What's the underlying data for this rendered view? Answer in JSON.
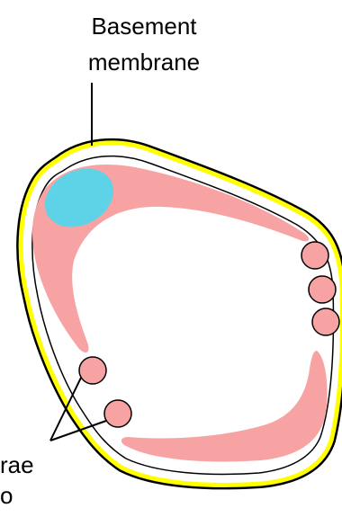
{
  "labels": {
    "title_line1": "Basement",
    "title_line2": "membrane",
    "bottom_line1": "rae",
    "bottom_line2": "o"
  },
  "colors": {
    "membrane_outline": "#000000",
    "membrane_fill": "#ffff00",
    "cytoplasm": "#f7a3a3",
    "nucleus": "#5ed2e6",
    "caveolae": "#f7a3a3"
  },
  "icons": {
    "cell": "cell-cross-section",
    "nucleus": "oval-nucleus",
    "caveolae": "circle-vesicle"
  }
}
